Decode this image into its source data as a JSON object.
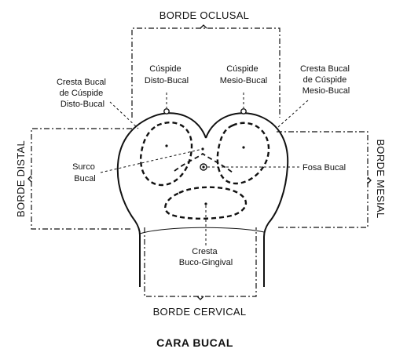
{
  "title": "CARA BUCAL",
  "borders": {
    "occlusal": "BORDE OCLUSAL",
    "cervical": "BORDE CERVICAL",
    "distal": "BORDE DISTAL",
    "mesial": "BORDE MESIAL"
  },
  "labels": {
    "cusp_distobuccal": [
      "Cúspide",
      "Disto-Bucal"
    ],
    "cusp_mesiobuccal": [
      "Cúspide",
      "Mesio-Bucal"
    ],
    "ridge_distobuccal": [
      "Cresta Bucal",
      "de Cúspide",
      "Disto-Bucal"
    ],
    "ridge_mesiobuccal": [
      "Cresta Bucal",
      "de Cúspide",
      "Mesio-Bucal"
    ],
    "groove": [
      "Surco",
      "Bucal"
    ],
    "pit": "Fosa Bucal",
    "cervical_ridge": [
      "Cresta",
      "Buco-Gingival"
    ]
  }
}
